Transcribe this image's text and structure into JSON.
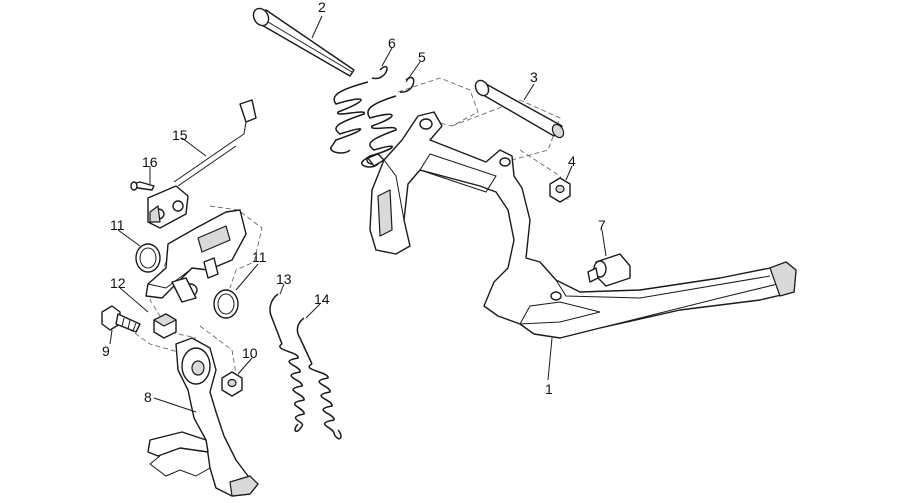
{
  "callouts": {
    "c1": "1",
    "c2": "2",
    "c3": "3",
    "c4": "4",
    "c5": "5",
    "c6": "6",
    "c7": "7",
    "c8": "8",
    "c9": "9",
    "c10": "10",
    "c11a": "11",
    "c11b": "11",
    "c12": "12",
    "c13": "13",
    "c14": "14",
    "c15": "15",
    "c16": "16"
  },
  "colors": {
    "line": "#1a1a1a",
    "fill": "#ffffff",
    "shade": "#d9d9d9",
    "dash": "#6a6a6a"
  }
}
